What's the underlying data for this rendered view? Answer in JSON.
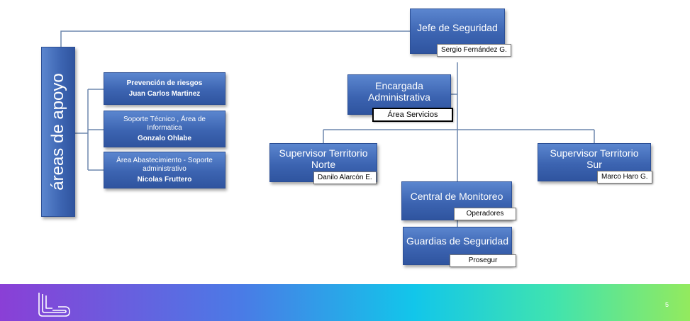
{
  "org_chart": {
    "support_area": {
      "label": "áreas de apoyo"
    },
    "support_units": [
      {
        "title": "Prevención de riesgos",
        "person": "Juan Carlos Martinez"
      },
      {
        "title": "Soporte Técnico , Área de Informatica",
        "person": "Gonzalo Ohlabe"
      },
      {
        "title": "Área Abastecimiento - Soporte administrativo",
        "person": "Nicolas Fruttero"
      }
    ],
    "chief": {
      "title": "Jefe de Seguridad",
      "person": "Sergio Fernández G."
    },
    "admin": {
      "title": "Encargada Administrativa",
      "tag": "Área Servicios"
    },
    "supervisor_north": {
      "title": "Supervisor Territorio Norte",
      "person": "Danilo Alarcón E."
    },
    "supervisor_south": {
      "title": "Supervisor Territorio Sur",
      "person": "Marco Haro G."
    },
    "monitoring": {
      "title": "Central de Monitoreo",
      "tag": "Operadores"
    },
    "guards": {
      "title": "Guardias de Seguridad",
      "tag": "Prosegur"
    }
  },
  "footer": {
    "page_number": "5",
    "logo_icon": "brand-logo-icon"
  },
  "colors": {
    "box": "#3c64b1",
    "line": "#6d87ad"
  }
}
